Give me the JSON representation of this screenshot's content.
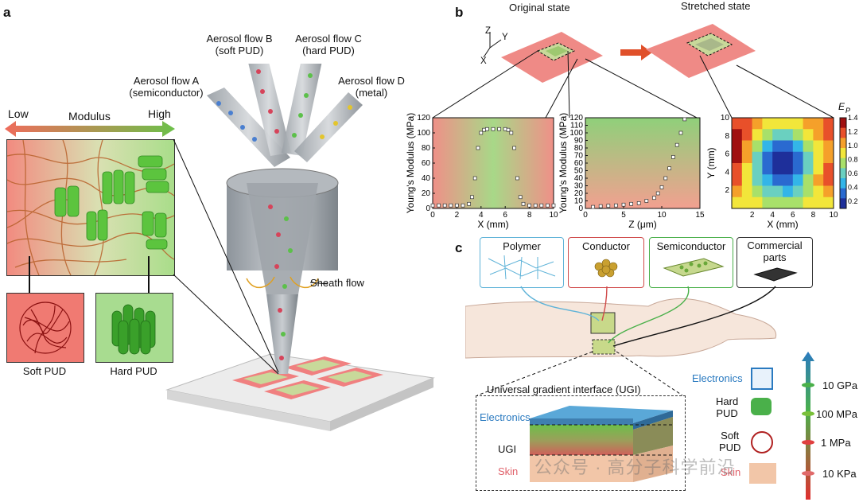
{
  "panel_a": {
    "letter": "a",
    "modulus_bar": {
      "low": "Low",
      "title": "Modulus",
      "high": "High"
    },
    "aerosol_flows": [
      {
        "line1": "Aerosol flow A",
        "line2": "(semiconductor)",
        "color": "#4a7fd0"
      },
      {
        "line1": "Aerosol flow B",
        "line2": "(soft PUD)",
        "color": "#d6445a"
      },
      {
        "line1": "Aerosol flow C",
        "line2": "(hard PUD)",
        "color": "#5cc04a"
      },
      {
        "line1": "Aerosol flow D",
        "line2": "(metal)",
        "color": "#e3c52d"
      }
    ],
    "sheath_flow": "Sheath flow",
    "soft_pud": "Soft PUD",
    "hard_pud": "Hard PUD"
  },
  "panel_b": {
    "letter": "b",
    "original_state": "Original state",
    "stretched_state": "Stretched state",
    "axes_triad": {
      "z": "Z",
      "y": "Y",
      "x": "X"
    }
  },
  "panel_c": {
    "letter": "c",
    "boxes": {
      "polymer": "Polymer",
      "conductor": "Conductor",
      "semiconductor": "Semiconductor",
      "commercial_line1": "Commercial",
      "commercial_line2": "parts"
    },
    "ugi_title": "Universal gradient interface (UGI)",
    "layers": {
      "electronics": "Electronics",
      "ugi": "UGI",
      "skin": "Skin"
    },
    "scale_labels": {
      "electronics": "Electronics",
      "hard_pud_1": "Hard",
      "hard_pud_2": "PUD",
      "soft_pud_1": "Soft",
      "soft_pud_2": "PUD",
      "skin": "Skin"
    },
    "scale_values": [
      "10 GPa",
      "100 MPa",
      "1 MPa",
      "10 KPa"
    ]
  },
  "watermark": "公众号 · 高分子科学前沿",
  "chart_data": [
    {
      "type": "scatter",
      "xlabel": "X (mm)",
      "ylabel": "Young's Modulus (MPa)",
      "xlim": [
        0,
        10
      ],
      "ylim": [
        0,
        120
      ],
      "xticks": [
        "0",
        "2",
        "4",
        "6",
        "8",
        "10"
      ],
      "yticks": [
        "0",
        "20",
        "40",
        "60",
        "80",
        "100",
        "120"
      ],
      "x": [
        0,
        0.5,
        1,
        1.5,
        2,
        2.5,
        3,
        3.25,
        3.5,
        3.75,
        4,
        4.25,
        4.5,
        5,
        5.5,
        6,
        6.25,
        6.5,
        6.75,
        7,
        7.25,
        7.5,
        8,
        8.5,
        9,
        9.5,
        10
      ],
      "y": [
        4,
        4,
        4,
        4,
        4,
        4,
        6,
        15,
        40,
        80,
        100,
        104,
        105,
        105,
        105,
        105,
        104,
        100,
        80,
        40,
        15,
        6,
        4,
        4,
        4,
        4,
        4
      ],
      "grid": false
    },
    {
      "type": "scatter",
      "xlabel": "Z (μm)",
      "ylabel": "Young's Modulus (MPa)",
      "xlim": [
        0,
        15
      ],
      "ylim": [
        0,
        120
      ],
      "xticks": [
        "0",
        "5",
        "10",
        "15"
      ],
      "yticks": [
        "0",
        "10",
        "20",
        "30",
        "40",
        "50",
        "60",
        "70",
        "80",
        "90",
        "100",
        "110",
        "120"
      ],
      "x": [
        1,
        2,
        3,
        4,
        5,
        6,
        7,
        8,
        9,
        9.5,
        10,
        10.5,
        11,
        11.5,
        12,
        12.5,
        13
      ],
      "y": [
        2,
        3,
        3.5,
        4,
        5,
        6,
        7,
        10,
        14,
        20,
        28,
        40,
        53,
        68,
        84,
        100,
        118
      ],
      "grid": false
    },
    {
      "type": "heatmap",
      "xlabel": "X (mm)",
      "ylabel": "Y (mm)",
      "xlim": [
        0,
        10
      ],
      "ylim": [
        0,
        10
      ],
      "xticks": [
        "2",
        "4",
        "6",
        "8",
        "10"
      ],
      "yticks": [
        "2",
        "4",
        "6",
        "8",
        "10"
      ],
      "colorbar_title": "E",
      "colorbar_sub": "P",
      "colorbar_ticks": [
        "0.2",
        "0.4",
        "0.6",
        "0.8",
        "1.0",
        "1.2",
        "1.4"
      ],
      "clim": [
        0.1,
        1.4
      ]
    }
  ]
}
